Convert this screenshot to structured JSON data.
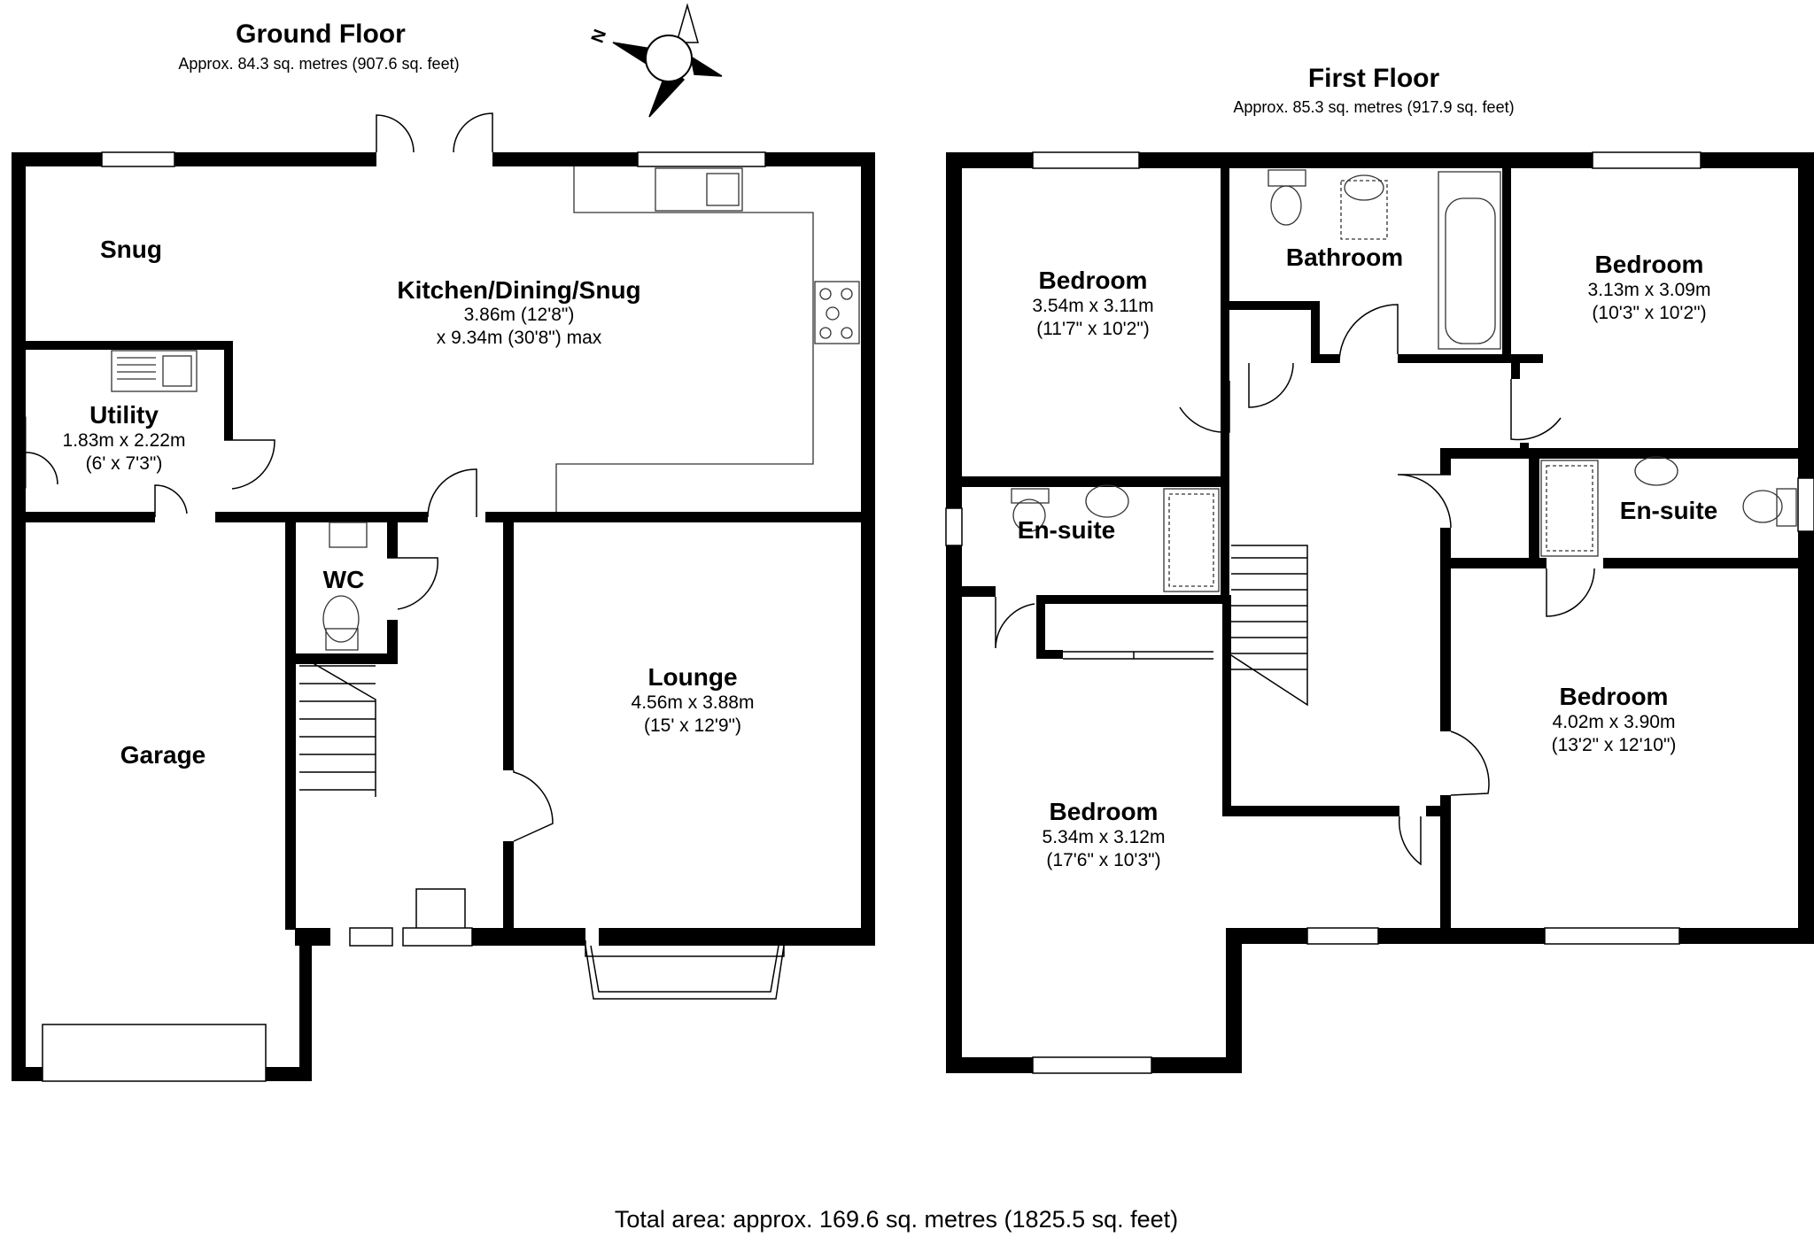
{
  "ground_floor": {
    "title": "Ground Floor",
    "area": "Approx. 84.3 sq. metres (907.6 sq. feet)",
    "rooms": {
      "snug": {
        "name": "Snug"
      },
      "kitchen": {
        "name": "Kitchen/Dining/Snug",
        "dim1": "3.86m (12'8\")",
        "dim2": "x 9.34m (30'8\") max"
      },
      "utility": {
        "name": "Utility",
        "dim1": "1.83m x 2.22m",
        "dim2": "(6' x 7'3\")"
      },
      "wc": {
        "name": "WC"
      },
      "garage": {
        "name": "Garage"
      },
      "lounge": {
        "name": "Lounge",
        "dim1": "4.56m x 3.88m",
        "dim2": "(15' x 12'9\")"
      }
    }
  },
  "first_floor": {
    "title": "First Floor",
    "area": "Approx. 85.3 sq. metres (917.9 sq. feet)",
    "rooms": {
      "bedroom_nw": {
        "name": "Bedroom",
        "dim1": "3.54m x 3.11m",
        "dim2": "(11'7\" x 10'2\")"
      },
      "bathroom": {
        "name": "Bathroom"
      },
      "bedroom_ne": {
        "name": "Bedroom",
        "dim1": "3.13m x 3.09m",
        "dim2": "(10'3\" x 10'2\")"
      },
      "ensuite_w": {
        "name": "En-suite"
      },
      "ensuite_e": {
        "name": "En-suite"
      },
      "bedroom_sw": {
        "name": "Bedroom",
        "dim1": "5.34m x 3.12m",
        "dim2": "(17'6\" x 10'3\")"
      },
      "bedroom_se": {
        "name": "Bedroom",
        "dim1": "4.02m x 3.90m",
        "dim2": "(13'2\" x 12'10\")"
      }
    }
  },
  "compass": {
    "label": "N",
    "icon": "compass-icon"
  },
  "total_area": "Total area: approx. 169.6 sq. metres (1825.5 sq. feet)"
}
